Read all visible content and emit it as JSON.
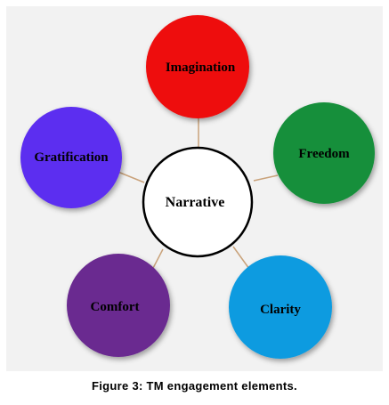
{
  "center": {
    "label": "Narrative"
  },
  "nodes": [
    {
      "id": "imagination",
      "label": "Imagination",
      "color": "#ee1111"
    },
    {
      "id": "freedom",
      "label": "Freedom",
      "color": "#148f3a"
    },
    {
      "id": "clarity",
      "label": "Clarity",
      "color": "#0d9be0"
    },
    {
      "id": "comfort",
      "label": "Comfort",
      "color": "#6a2a90"
    },
    {
      "id": "gratification",
      "label": "Gratification",
      "color": "#5b2df0"
    }
  ],
  "connector_color": "#c9a27a",
  "caption": "Figure 3: TM engagement elements."
}
